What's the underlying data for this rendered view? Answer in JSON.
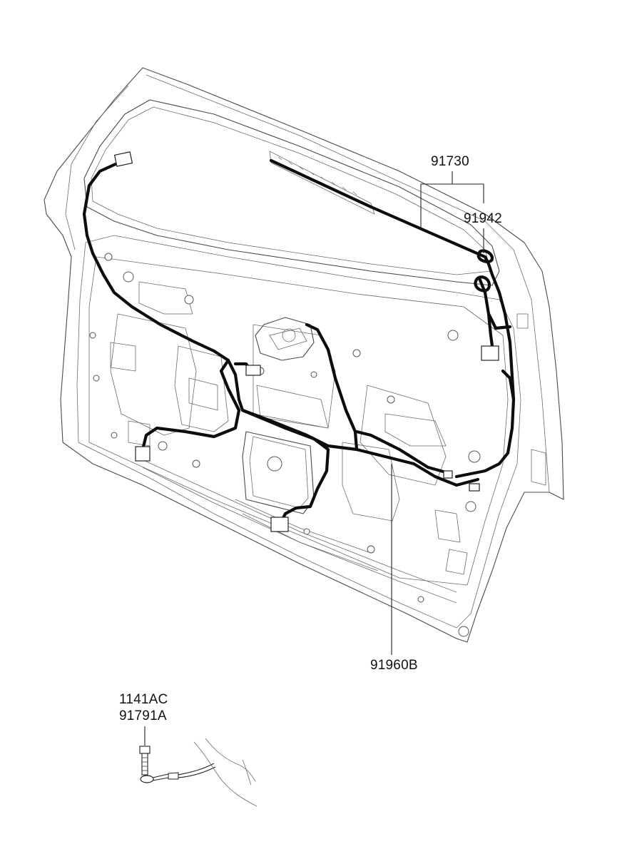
{
  "diagram": {
    "labels": {
      "part_91730": "91730",
      "part_91942": "91942",
      "part_91960B": "91960B",
      "part_1141AC": "1141AC",
      "part_91791A": "91791A"
    }
  }
}
